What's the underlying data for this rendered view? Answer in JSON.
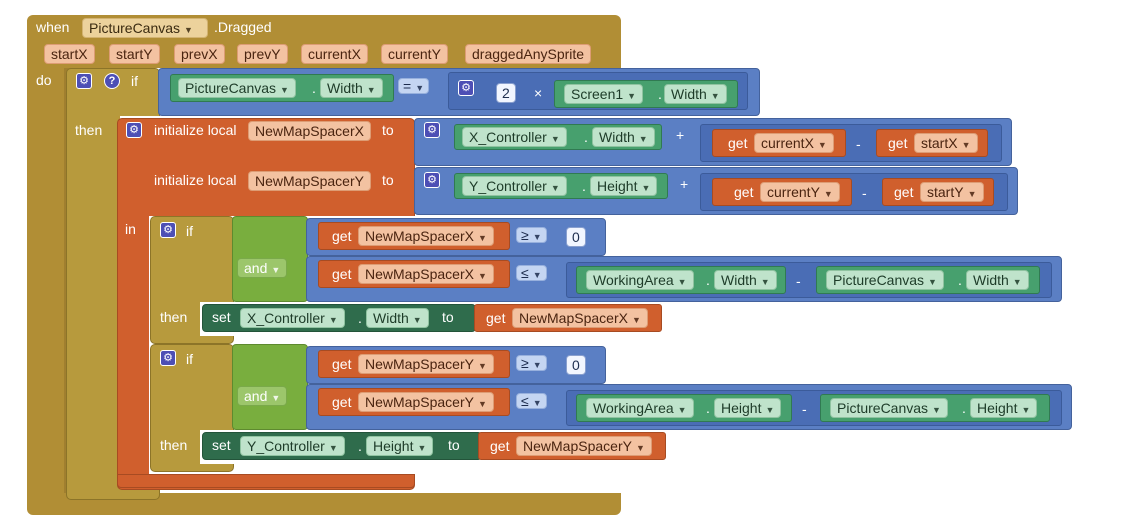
{
  "event": {
    "when": "when",
    "component": "PictureCanvas",
    "event_name": ".Dragged",
    "params": [
      "startX",
      "startY",
      "prevX",
      "prevY",
      "currentX",
      "currentY",
      "draggedAnySprite"
    ],
    "do": "do"
  },
  "outer_if": {
    "if": "if",
    "help": "?",
    "cond_left_component": "PictureCanvas",
    "cond_left_property": "Width",
    "eq": "=",
    "num_two": "2",
    "times": "×",
    "screen": "Screen1",
    "screen_property": "Width",
    "then": "then"
  },
  "locals": {
    "init_label": "initialize local",
    "to": "to",
    "in": "in",
    "var_x": "NewMapSpacerX",
    "var_y": "NewMapSpacerY",
    "x_controller": "X_Controller",
    "x_prop": "Width",
    "y_controller": "Y_Controller",
    "y_prop": "Height",
    "plus": "+",
    "minus": "-",
    "get": "get",
    "current_x": "currentX",
    "start_x": "startX",
    "current_y": "currentY",
    "start_y": "startY"
  },
  "inner_if_x": {
    "if": "if",
    "and": "and",
    "get": "get",
    "var": "NewMapSpacerX",
    "ge": "≥",
    "zero": "0",
    "le": "≤",
    "working_area": "WorkingArea",
    "wa_prop": "Width",
    "minus": "-",
    "picture_canvas": "PictureCanvas",
    "pc_prop": "Width",
    "then": "then",
    "set": "set",
    "set_component": "X_Controller",
    "set_prop": "Width",
    "to": "to"
  },
  "inner_if_y": {
    "if": "if",
    "and": "and",
    "get": "get",
    "var": "NewMapSpacerY",
    "ge": "≥",
    "zero": "0",
    "le": "≤",
    "working_area": "WorkingArea",
    "wa_prop": "Height",
    "minus": "-",
    "picture_canvas": "PictureCanvas",
    "pc_prop": "Height",
    "then": "then",
    "set": "set",
    "set_component": "Y_Controller",
    "set_prop": "Height",
    "to": "to"
  },
  "colors": {
    "event": "#b18e35",
    "variable": "#d05f2d",
    "math": "#5b7fc4",
    "logic": "#79ae3e",
    "component": "#47a06e",
    "setter": "#2f6c4c"
  }
}
